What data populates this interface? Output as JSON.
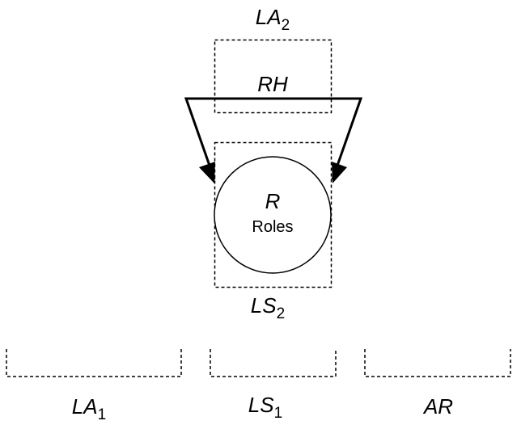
{
  "diagram": {
    "labels": {
      "la2": {
        "main": "LA",
        "sub": "2"
      },
      "rh": "RH",
      "r": "R",
      "roles": "Roles",
      "ls2": {
        "main": "LS",
        "sub": "2"
      },
      "la1": {
        "main": "LA",
        "sub": "1"
      },
      "ls1": {
        "main": "LS",
        "sub": "1"
      },
      "ar": "AR"
    }
  }
}
